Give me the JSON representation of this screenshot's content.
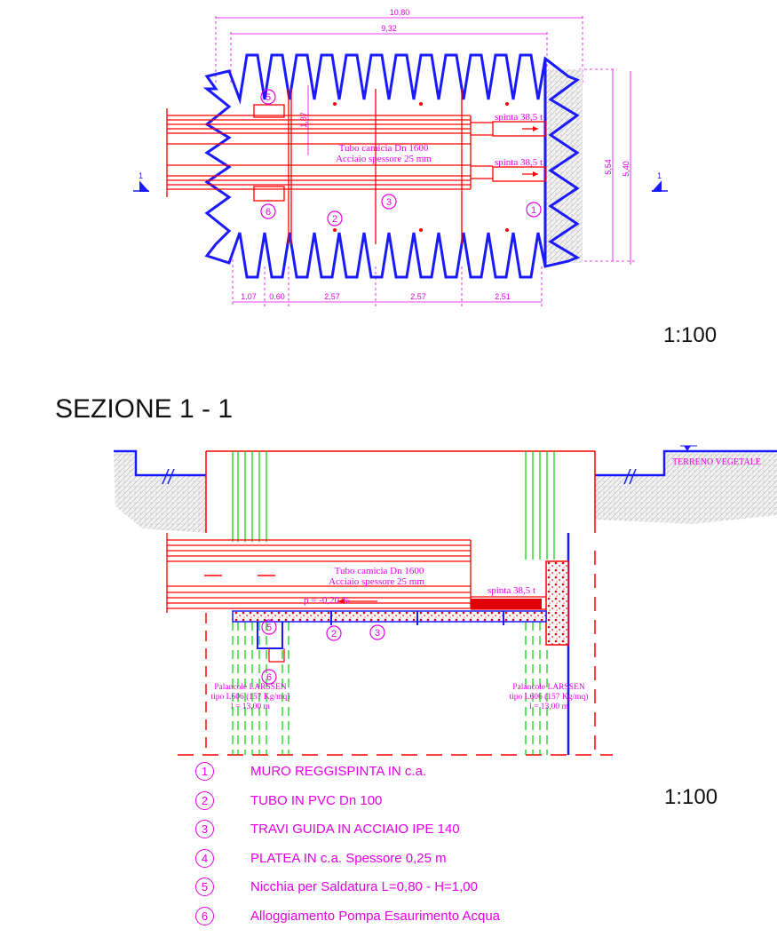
{
  "plan": {
    "dimensions": {
      "overall_length": "10,80",
      "inner_length": "9,32",
      "overall_width": "5,54",
      "inner_width": "5,40",
      "niche_depth": "1,87",
      "bottom": [
        "1.07",
        "0.60",
        "2.57",
        "2.57",
        "2.51"
      ]
    },
    "pipe_label_1": "Tubo camicia Dn 1600",
    "pipe_label_2": "Acciaio spessore 25 mm",
    "thrust_label_1": "spinta 38,5 t",
    "thrust_label_2": "spinta 38,5 t",
    "section_marker": "1",
    "markers": [
      "1",
      "2",
      "3",
      "5",
      "6"
    ],
    "scale": "1:100"
  },
  "section": {
    "title": "SEZIONE 1 - 1",
    "terrain_label": "TERRENO VEGETALE",
    "pipe_label_1": "Tubo camicia Dn 1600",
    "pipe_label_2": "Acciaio spessore 25 mm",
    "slope_label": "p = -0,20 %",
    "thrust_label": "spinta 38,5 t",
    "sheet_pile_left": [
      "Palancole LARSSEN",
      "tipo L606 (157 Kg/mq)",
      "l = 13,00 m"
    ],
    "sheet_pile_right": [
      "Palancole LARSSEN",
      "tipo L606 (157 Kg/mq)",
      "l = 13,00 m"
    ],
    "markers": [
      "2",
      "3",
      "5",
      "6"
    ],
    "scale": "1:100"
  },
  "legend": [
    {
      "num": "1",
      "text": "MURO REGGISPINTA IN c.a."
    },
    {
      "num": "2",
      "text": "TUBO IN PVC Dn 100"
    },
    {
      "num": "3",
      "text": "TRAVI GUIDA IN ACCIAIO IPE 140"
    },
    {
      "num": "4",
      "text": "PLATEA IN c.a. Spessore 0,25 m"
    },
    {
      "num": "5",
      "text": "Nicchia per Saldatura L=0,80 - H=1,00"
    },
    {
      "num": "6",
      "text": "Alloggiamento Pompa Esaurimento Acqua"
    }
  ],
  "colors": {
    "sheet_pile": "#1a1aff",
    "structure": "#ff0000",
    "text_magenta": "#e600e6",
    "piles": "#00cc00",
    "concrete": "#cccccc"
  }
}
